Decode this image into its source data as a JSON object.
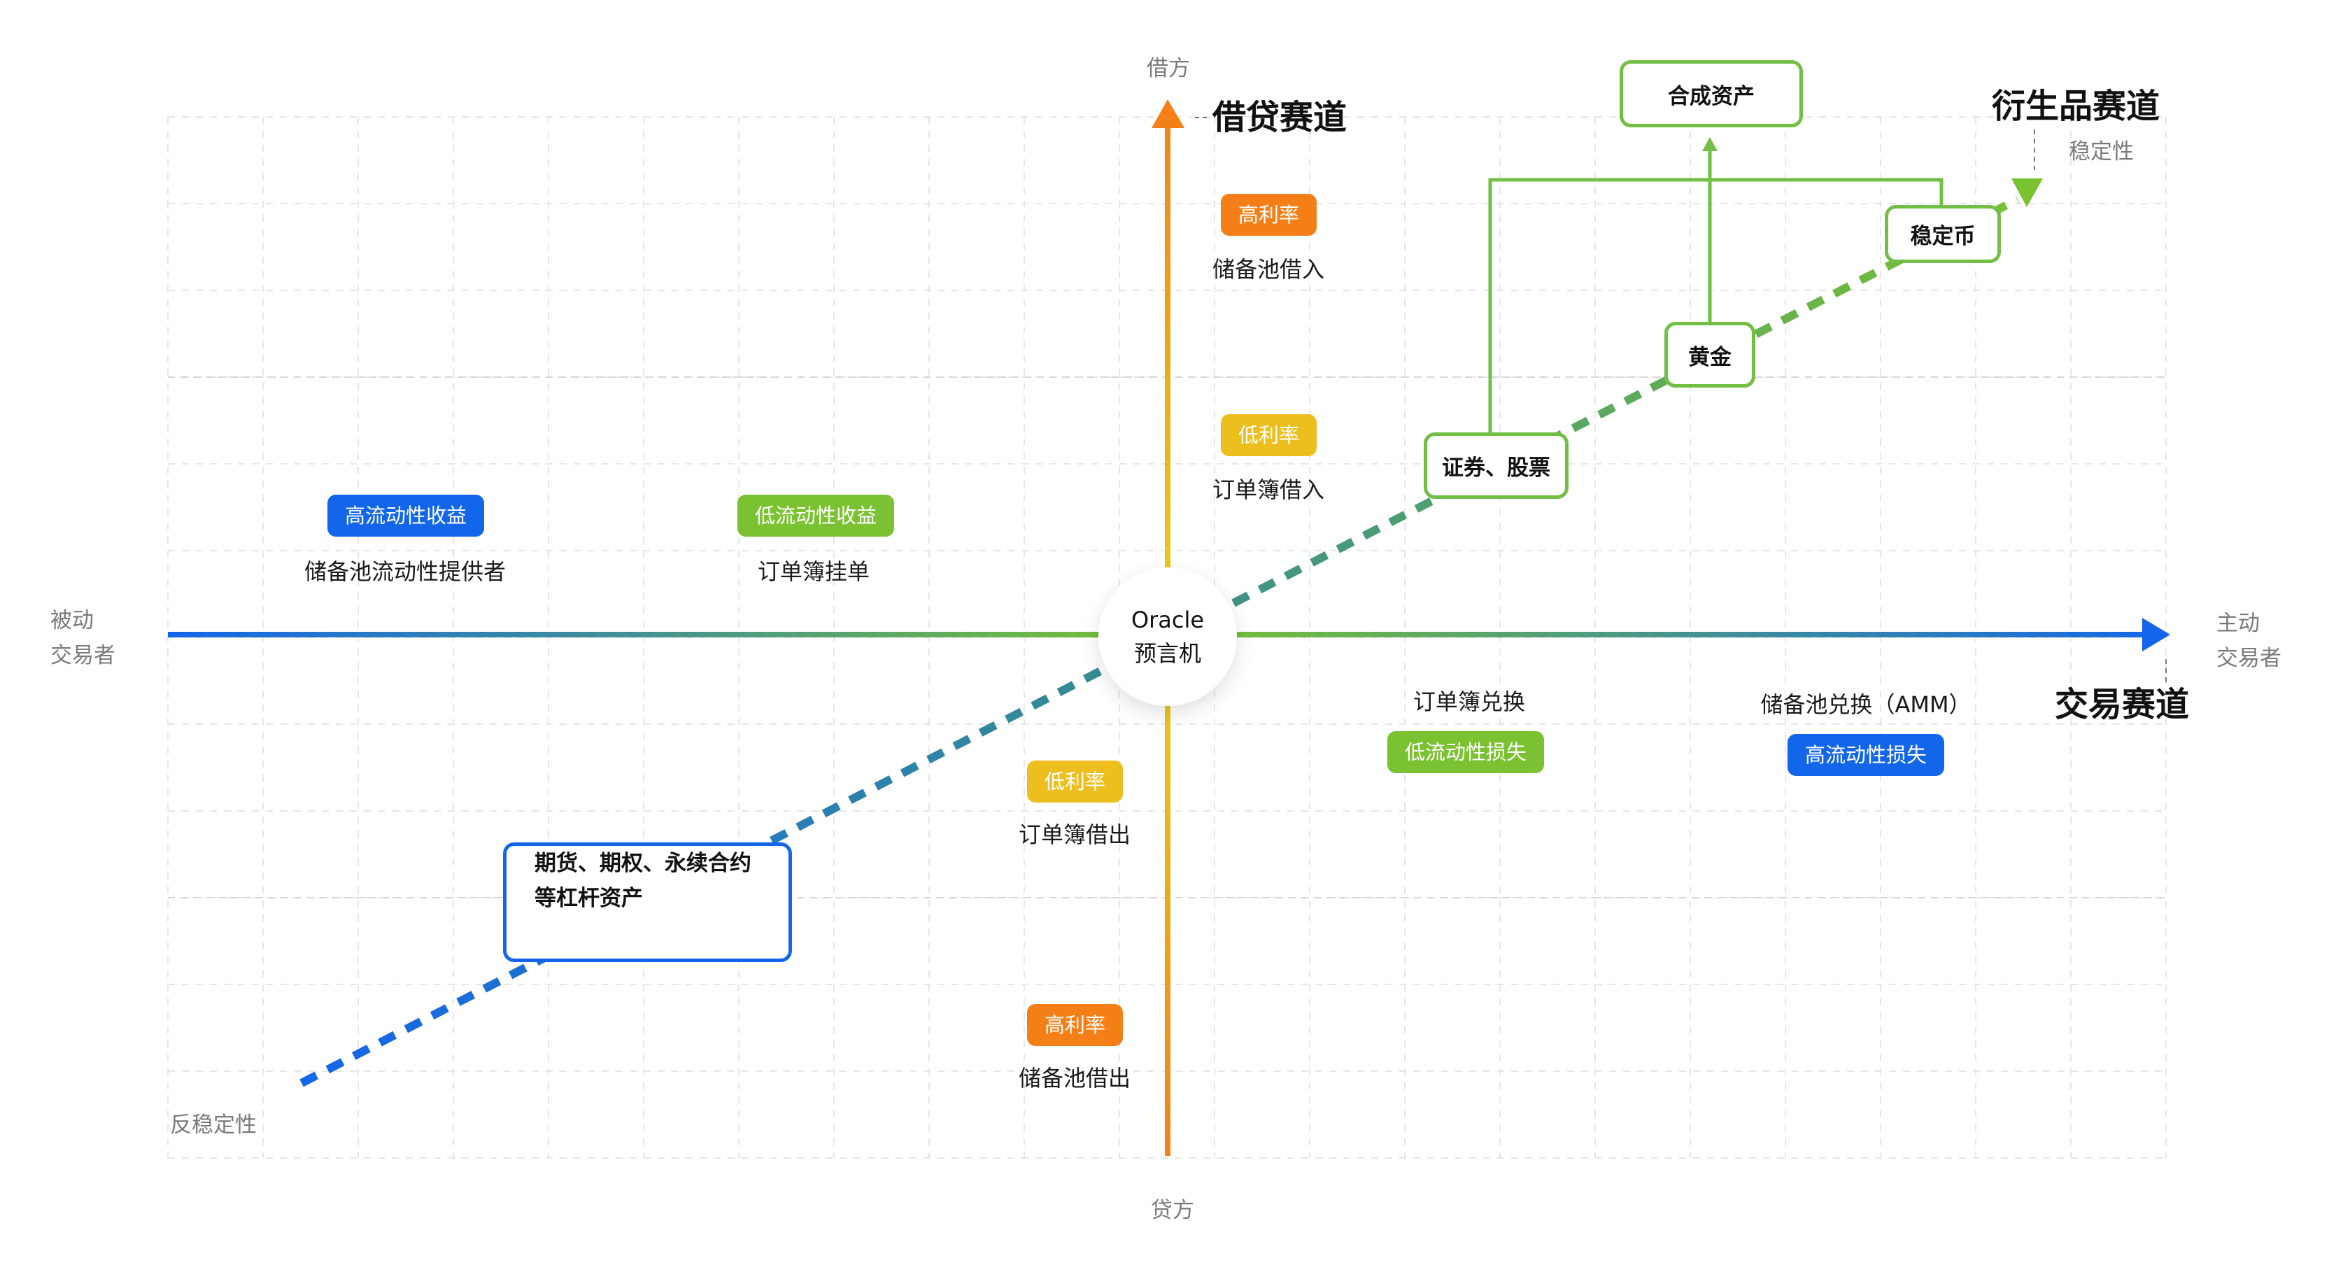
{
  "axes": {
    "top_label": "借方",
    "bottom_label": "贷方",
    "left_label_line1": "被动",
    "left_label_line2": "交易者",
    "right_label_line1": "主动",
    "right_label_line2": "交易者",
    "diagonal_top_label": "稳定性",
    "diagonal_bottom_label": "反稳定性"
  },
  "tracks": {
    "lending": "借贷赛道",
    "trading": "交易赛道",
    "derivatives": "衍生品赛道"
  },
  "center": {
    "line1": "Oracle",
    "line2": "预言机"
  },
  "lending_items": [
    {
      "badge": "高利率",
      "label": "储备池借入",
      "color": "orange"
    },
    {
      "badge": "低利率",
      "label": "订单簿借入",
      "color": "yellow"
    },
    {
      "badge": "低利率",
      "label": "订单簿借出",
      "color": "yellow"
    },
    {
      "badge": "高利率",
      "label": "储备池借出",
      "color": "orange"
    }
  ],
  "trading_items": [
    {
      "badge": "高流动性收益",
      "label": "储备池流动性提供者",
      "color": "blue"
    },
    {
      "badge": "低流动性收益",
      "label": "订单簿挂单",
      "color": "green"
    },
    {
      "badge": "低流动性损失",
      "label": "订单簿兑换",
      "color": "green"
    },
    {
      "badge": "高流动性损失",
      "label": "储备池兑换（AMM）",
      "color": "blue"
    }
  ],
  "derivative_nodes": {
    "synthetic": "合成资产",
    "securities": "证券、股票",
    "gold": "黄金",
    "stablecoin": "稳定币",
    "leverage_line1": "期货、期权、永续合约",
    "leverage_line2": "等杠杆资产"
  },
  "colors": {
    "blue": "#1366ea",
    "green": "#7ac231",
    "orange": "#f57f17",
    "yellow": "#ecbf1f",
    "node_green": "#73bf45",
    "teal": "#3a8f8c",
    "grid": "#e3e3e3",
    "muted_text": "#7a7a7a"
  }
}
